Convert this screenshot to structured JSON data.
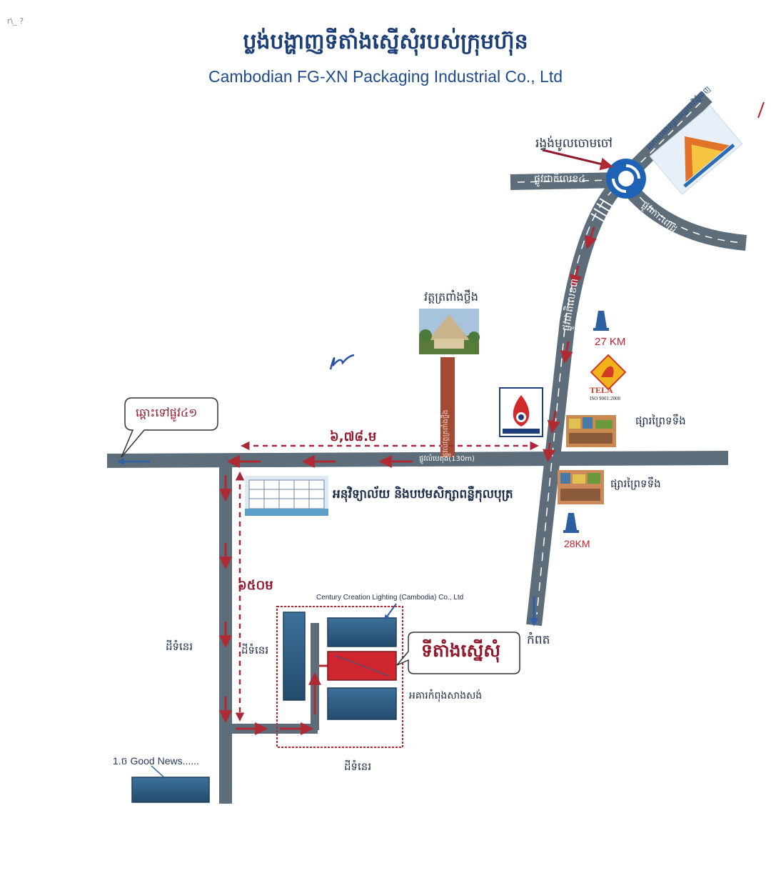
{
  "title": {
    "khmer": "ប្លង់បង្ហាញទីតាំងស្នើសុំរបស់ក្រុមហ៊ុន",
    "english": "Cambodian FG-XN Packaging Industrial Co., Ltd"
  },
  "labels": {
    "roundabout": "រង្វង់មូលចោមចៅ",
    "national_road_4": "ផ្លូវជាតិលេខ៤",
    "airport": "អាកាសយានដ្ឋានអន្តរជាតិភ្នំពេញ",
    "road_right": "ផ្លូវកោះពេជ្រ",
    "national_road_3": "ផ្លូវជាតិលេខ៣",
    "pagoda": "វត្តត្រពាំងថ្លឹង",
    "pagoda_road": "ផ្លូវលំវត្តត្រពាំងថ្លឹង",
    "km27": "27 KM",
    "km28": "28KM",
    "tela_name": "TELA",
    "tela_iso": "ISO 9001:2008",
    "market_1": "ផ្សារព្រៃទទឹង",
    "market_2": "ផ្សារព្រៃទទឹង",
    "to_road_41": "ឆ្ពោះទៅផ្លូវ៤១",
    "distance_main": "៦,៧៨.ម",
    "main_road": "ផ្លូវលំបេតុង(130m)",
    "school": "អនុវិទ្យាល័យ និងបឋមសិក្សាពន្លឺកុលបុត្រ",
    "distance_side": "៦៥០ម",
    "century": "Century Creation Lighting (Cambodia) Co., Ltd",
    "empty_land_1": "ដីទំនេរ",
    "empty_land_2": "ដីទំនេរ",
    "empty_land_3": "ដីទំនេរ",
    "kampot": "កំពត",
    "requested_site": "ទីតាំងស្នើសុំ",
    "under_construction": "អគារកំពុងសាងសង់",
    "good_news": "1.ច Good News......",
    "corner_note": "r\\_     ?"
  },
  "colors": {
    "road": "#5d6d7a",
    "road_marking": "#ffffff",
    "route_red": "#b02a34",
    "building_blue": "#2f5d82",
    "building_dark": "#234766",
    "site_red": "#cf2630",
    "title_navy": "#1c3f78",
    "roundabout_blue": "#1e62b5"
  },
  "icons": [
    "roundabout-icon",
    "airport-logo-icon",
    "pagoda-photo-icon",
    "fuel-station-icon",
    "tela-logo-icon",
    "market-photo-icon",
    "traffic-light-icon",
    "school-photo-icon",
    "factory-building-icon"
  ]
}
